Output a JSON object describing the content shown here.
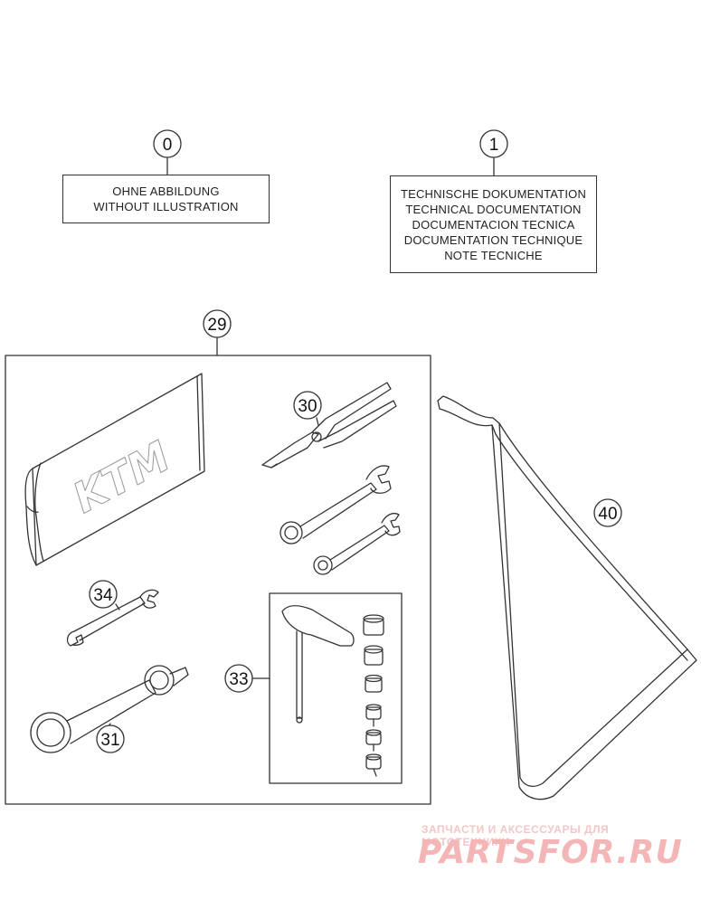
{
  "callouts": {
    "c0": "0",
    "c1": "1",
    "c29": "29",
    "c30": "30",
    "c31": "31",
    "c33": "33",
    "c34": "34",
    "c40": "40"
  },
  "box_without": {
    "line1": "OHNE ABBILDUNG",
    "line2": "WITHOUT ILLUSTRATION"
  },
  "box_tech": {
    "line1": "TECHNISCHE DOKUMENTATION",
    "line2": "TECHNICAL DOCUMENTATION",
    "line3": "DOCUMENTACION TECNICA",
    "line4": "DOCUMENTATION TECHNIQUE",
    "line5": "NOTE TECNICHE"
  },
  "bag_logo": "KTM",
  "watermark": {
    "tagline": "ЗАПЧАСТИ И АКСЕССУАРЫ ДЛЯ МОТОТЕХНИКИ",
    "brand": "PARTSFOR.RU"
  },
  "colors": {
    "line": "#333333",
    "watermark": "#f3b5b5"
  }
}
